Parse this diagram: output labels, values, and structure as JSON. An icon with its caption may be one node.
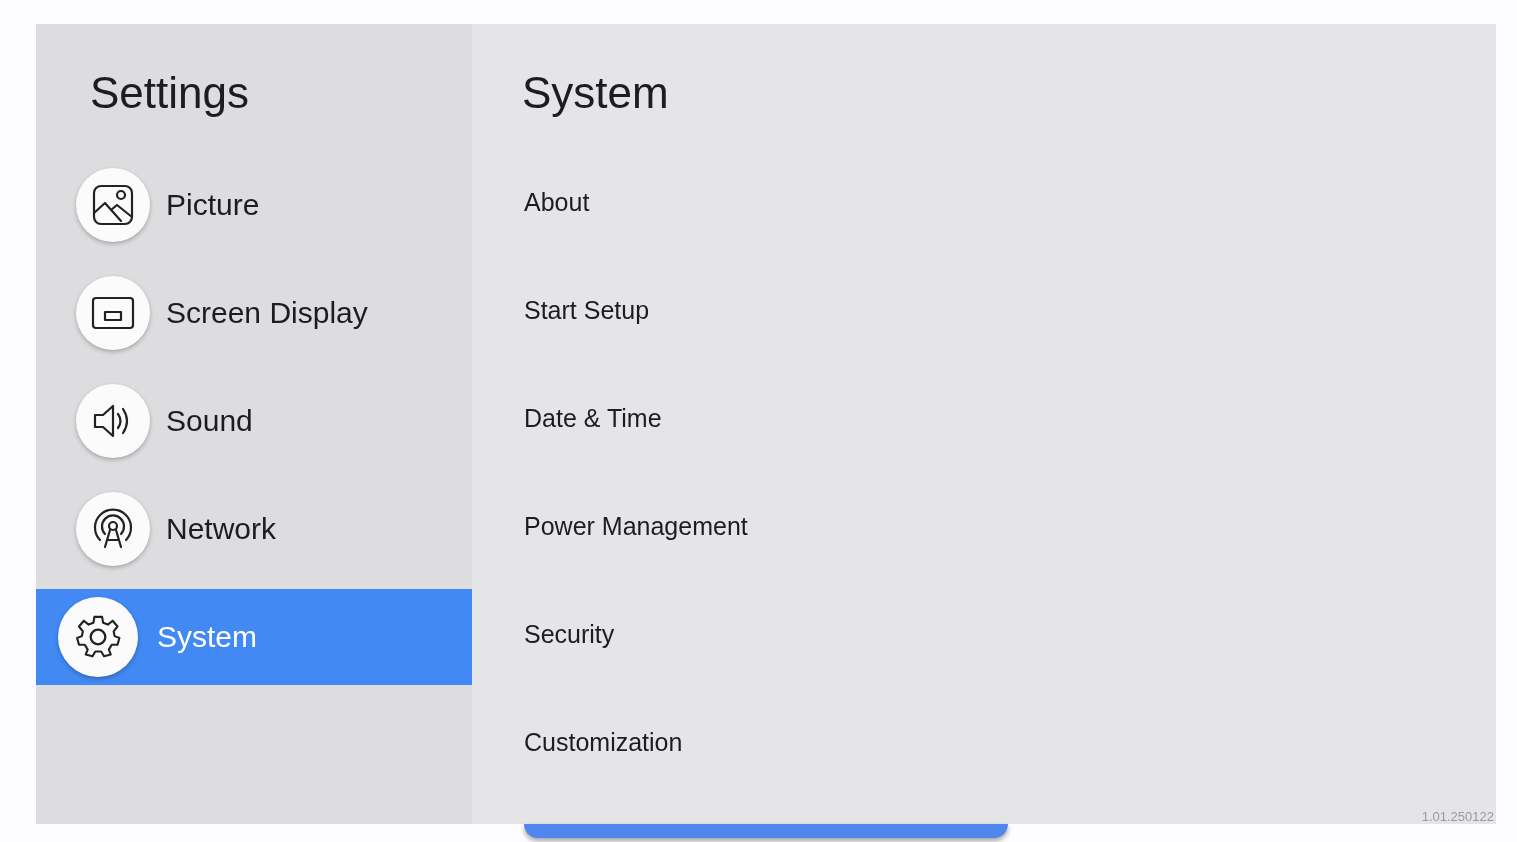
{
  "diagram": {
    "nodes": [
      {
        "text": [
          "Settings"
        ]
      },
      {
        "text": [
          "Picture"
        ],
        "in": 0
      },
      {
        "text": [
          "Screen Display"
        ],
        "in": 0
      },
      {
        "text": [
          "Sound"
        ],
        "in": 0
      },
      {
        "text": [
          "Network"
        ],
        "in": 0
      },
      {
        "text": [
          "System"
        ],
        "in": 0
      },
      {
        "text": [
          "System",
          "About",
          "Start Setup",
          "Date & Time",
          "Power Management",
          "Security",
          "Customization"
        ]
      }
    ],
    "labels": [
      "1.01.250122"
    ]
  }
}
